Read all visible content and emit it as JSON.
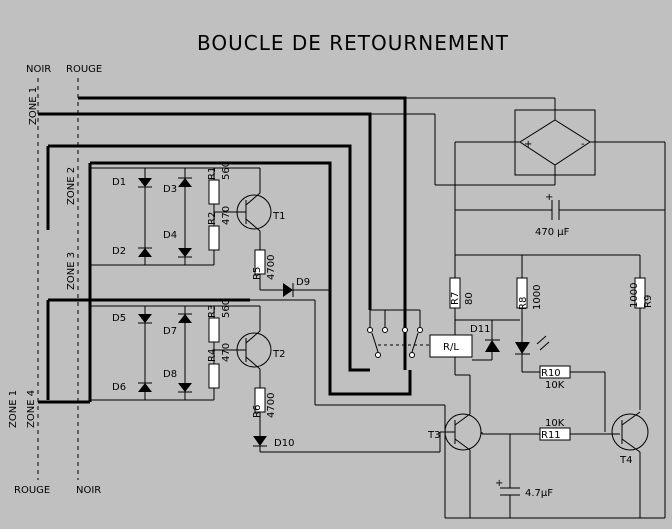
{
  "title": "BOUCLE DE RETOURNEMENT",
  "rails": {
    "top_noir": "NOIR",
    "top_rouge": "ROUGE",
    "bottom_rouge": "ROUGE",
    "bottom_noir": "NOIR"
  },
  "zones": {
    "zone1_top": "ZONE 1",
    "zone2": "ZONE 2",
    "zone3": "ZONE 3",
    "zone4": "ZONE 4",
    "zone1_bottom": "ZONE 1"
  },
  "components": {
    "D1": "D1",
    "D2": "D2",
    "D3": "D3",
    "D4": "D4",
    "D5": "D5",
    "D6": "D6",
    "D7": "D7",
    "D8": "D8",
    "D9": "D9",
    "D10": "D10",
    "D11": "D11",
    "R1": "R1",
    "R1_val": "560",
    "R2": "R2",
    "R2_val": "470",
    "R3": "R3",
    "R3_val": "560",
    "R4": "R4",
    "R4_val": "470",
    "R5": "R5",
    "R5_val": "4700",
    "R6": "R6",
    "R6_val": "4700",
    "R7": "R7",
    "R7_val": "80",
    "R8": "R8",
    "R8_val": "1000",
    "R9": "R9",
    "R9_val": "1000",
    "R10": "R10",
    "R10_val": "10K",
    "R11": "R11",
    "R11_val": "10K",
    "T1": "T1",
    "T2": "T2",
    "T3": "T3",
    "T4": "T4",
    "relay": "R/L",
    "cap1": "470 µF",
    "cap2": "4.7µF",
    "bridge_plus": "+",
    "bridge_minus": "-",
    "cap_plus": "+"
  },
  "colors": {
    "background": "#c0c0c0",
    "ink": "#000000"
  }
}
